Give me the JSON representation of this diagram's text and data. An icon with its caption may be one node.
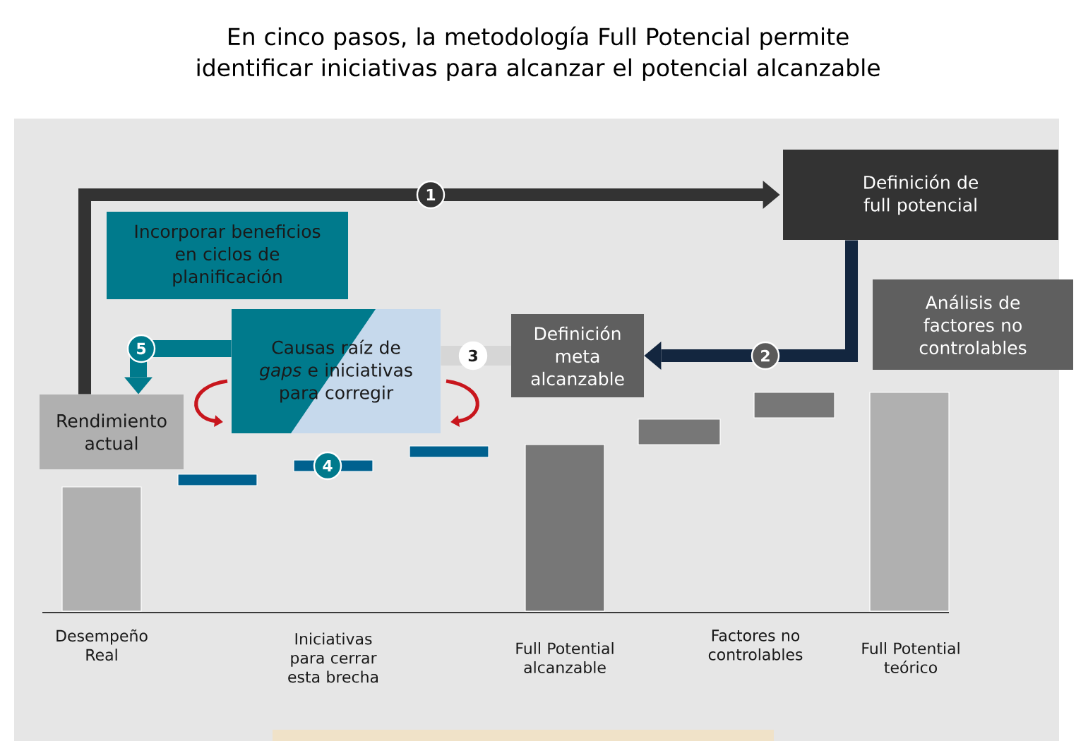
{
  "diagram": {
    "title": "En cinco pasos, la metodología Full Potencial permite identificar iniciativas para alcanzar el potencial alcanzable",
    "nodes": [
      {
        "text": [
          "Rendimiento actual"
        ]
      },
      {
        "text": [
          "Definición de full potencial"
        ]
      },
      {
        "text": [
          "Definición meta alcanzable"
        ]
      },
      {
        "text": [
          "Causas raíz de *gaps* e iniciativas para corregir"
        ]
      },
      {
        "text": [
          "Incorporar beneficios en ciclos de planificación"
        ]
      },
      {
        "text": [
          "Análisis de factores no controlables"
        ]
      }
    ],
    "edges": [
      {
        "from": 0,
        "to": 1,
        "arrow": "to",
        "label": "1",
        "color": "#333333"
      },
      {
        "from": 1,
        "to": 2,
        "arrow": "to",
        "label": "2",
        "color": "#13263f"
      },
      {
        "from": 2,
        "to": 3,
        "arrow": "none",
        "label": "3",
        "color": "#d6d6d6"
      },
      {
        "from": 3,
        "to": 0,
        "arrow": "to",
        "label": "5",
        "color": "#007a8c"
      }
    ],
    "labels": [
      "4",
      "Desempeño Real",
      "Iniciativas para cerrar esta brecha",
      "Full Potential alcanzable",
      "Factores no controlables",
      "Full Potential teórico"
    ]
  }
}
